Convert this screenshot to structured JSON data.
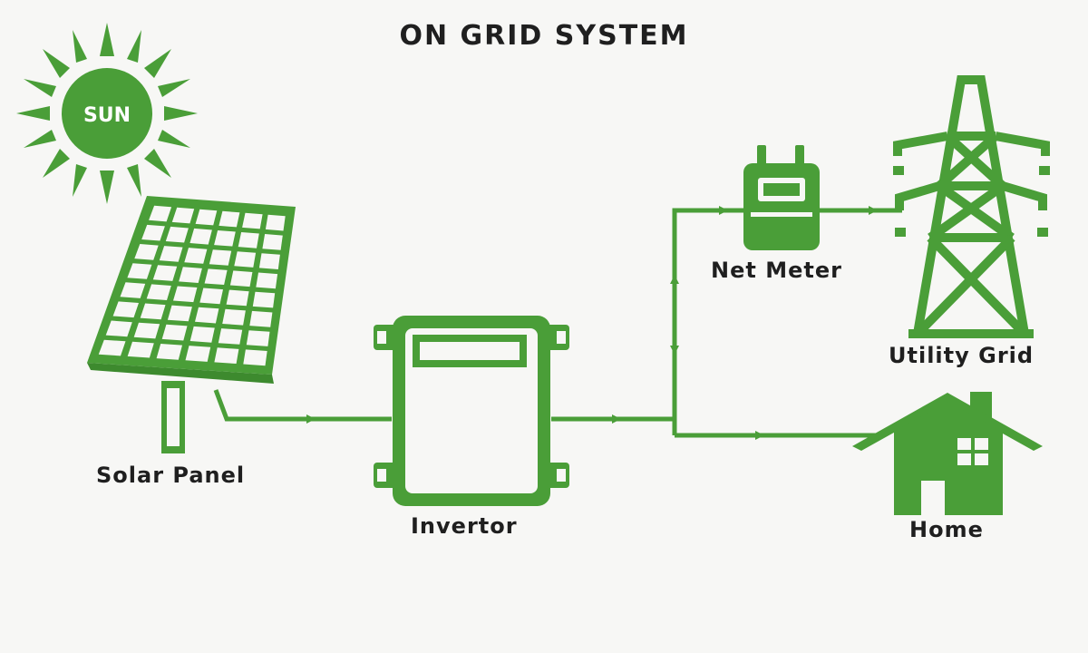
{
  "title": "ON GRID SYSTEM",
  "colors": {
    "green": "#4a9e38",
    "text": "#1f1f1f",
    "background": "#f7f7f5"
  },
  "nodes": {
    "sun": {
      "label": "SUN",
      "icon": "sun-icon"
    },
    "solar_panel": {
      "label": "Solar Panel",
      "icon": "solar-panel-icon"
    },
    "invertor": {
      "label": "Invertor",
      "icon": "inverter-icon"
    },
    "net_meter": {
      "label": "Net Meter",
      "icon": "meter-icon"
    },
    "utility_grid": {
      "label": "Utility Grid",
      "icon": "transmission-tower-icon"
    },
    "home": {
      "label": "Home",
      "icon": "house-icon"
    }
  },
  "connections": [
    {
      "from": "solar_panel",
      "to": "invertor",
      "direction": "one-way"
    },
    {
      "from": "invertor",
      "to": "net_meter",
      "direction": "two-way"
    },
    {
      "from": "net_meter",
      "to": "utility_grid",
      "direction": "one-way"
    },
    {
      "from": "invertor",
      "to": "home",
      "direction": "one-way"
    }
  ]
}
